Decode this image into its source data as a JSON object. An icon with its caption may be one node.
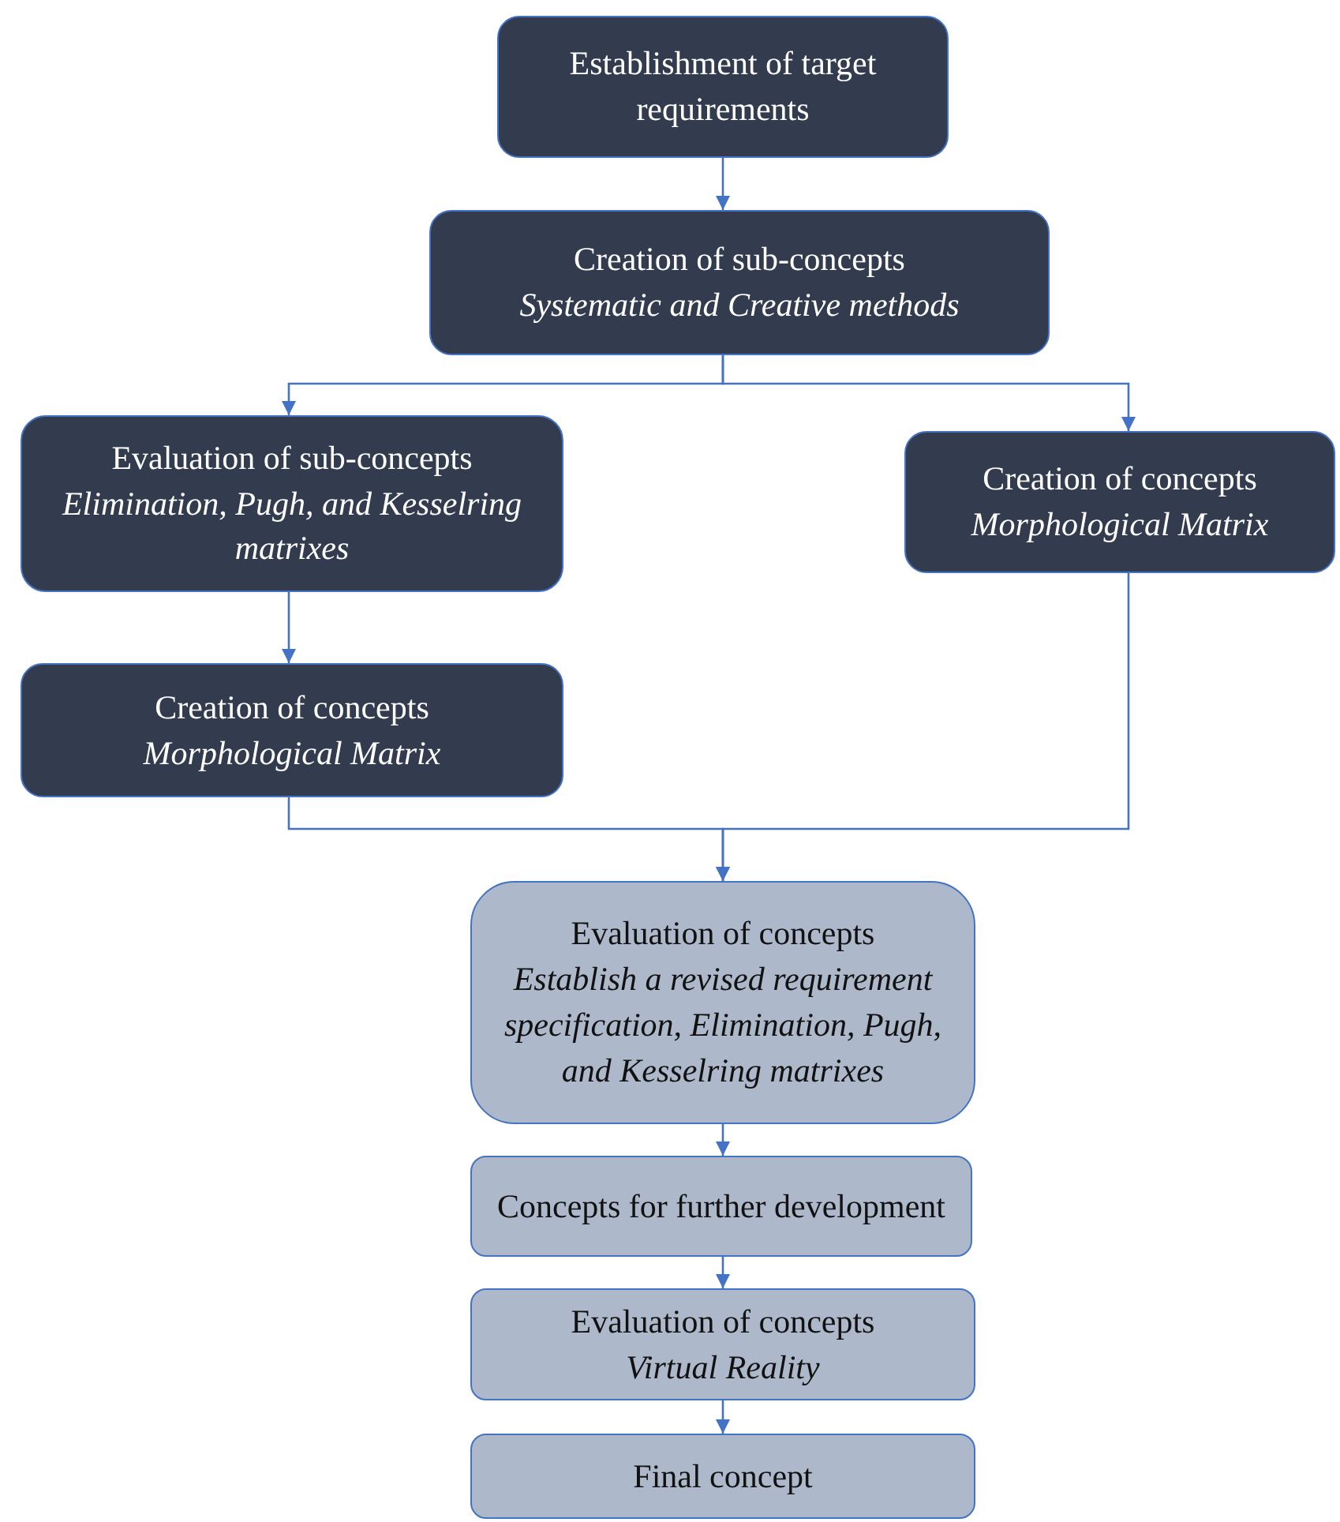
{
  "diagram": {
    "nodes": [
      {
        "text": [
          "Establishment of target requirements"
        ]
      },
      {
        "text": [
          "Creation of sub-concepts",
          "Systematic and Creative methods"
        ]
      },
      {
        "text": [
          "Evaluation of sub-concepts",
          "Elimination, Pugh, and Kesselring matrixes"
        ]
      },
      {
        "text": [
          "Creation of concepts",
          "Morphological Matrix"
        ]
      },
      {
        "text": [
          "Creation of concepts",
          "Morphological Matrix"
        ]
      },
      {
        "text": [
          "Evaluation of concepts",
          "Establish a revised requirement specification, Elimination, Pugh, and Kesselring matrixes"
        ]
      },
      {
        "text": [
          "Concepts for further development"
        ]
      },
      {
        "text": [
          "Evaluation of concepts",
          "Virtual Reality"
        ]
      },
      {
        "text": [
          "Final concept"
        ]
      }
    ],
    "edges": [
      {
        "from": 0,
        "to": 1,
        "arrow": "to"
      },
      {
        "from": 1,
        "to": 2,
        "arrow": "to"
      },
      {
        "from": 1,
        "to": 3,
        "arrow": "to"
      },
      {
        "from": 2,
        "to": 4,
        "arrow": "to"
      },
      {
        "from": 4,
        "to": 5,
        "arrow": "to"
      },
      {
        "from": 3,
        "to": 5,
        "arrow": "to"
      },
      {
        "from": 5,
        "to": 6,
        "arrow": "to"
      },
      {
        "from": 6,
        "to": 7,
        "arrow": "to"
      },
      {
        "from": 7,
        "to": 8,
        "arrow": "to"
      }
    ]
  }
}
